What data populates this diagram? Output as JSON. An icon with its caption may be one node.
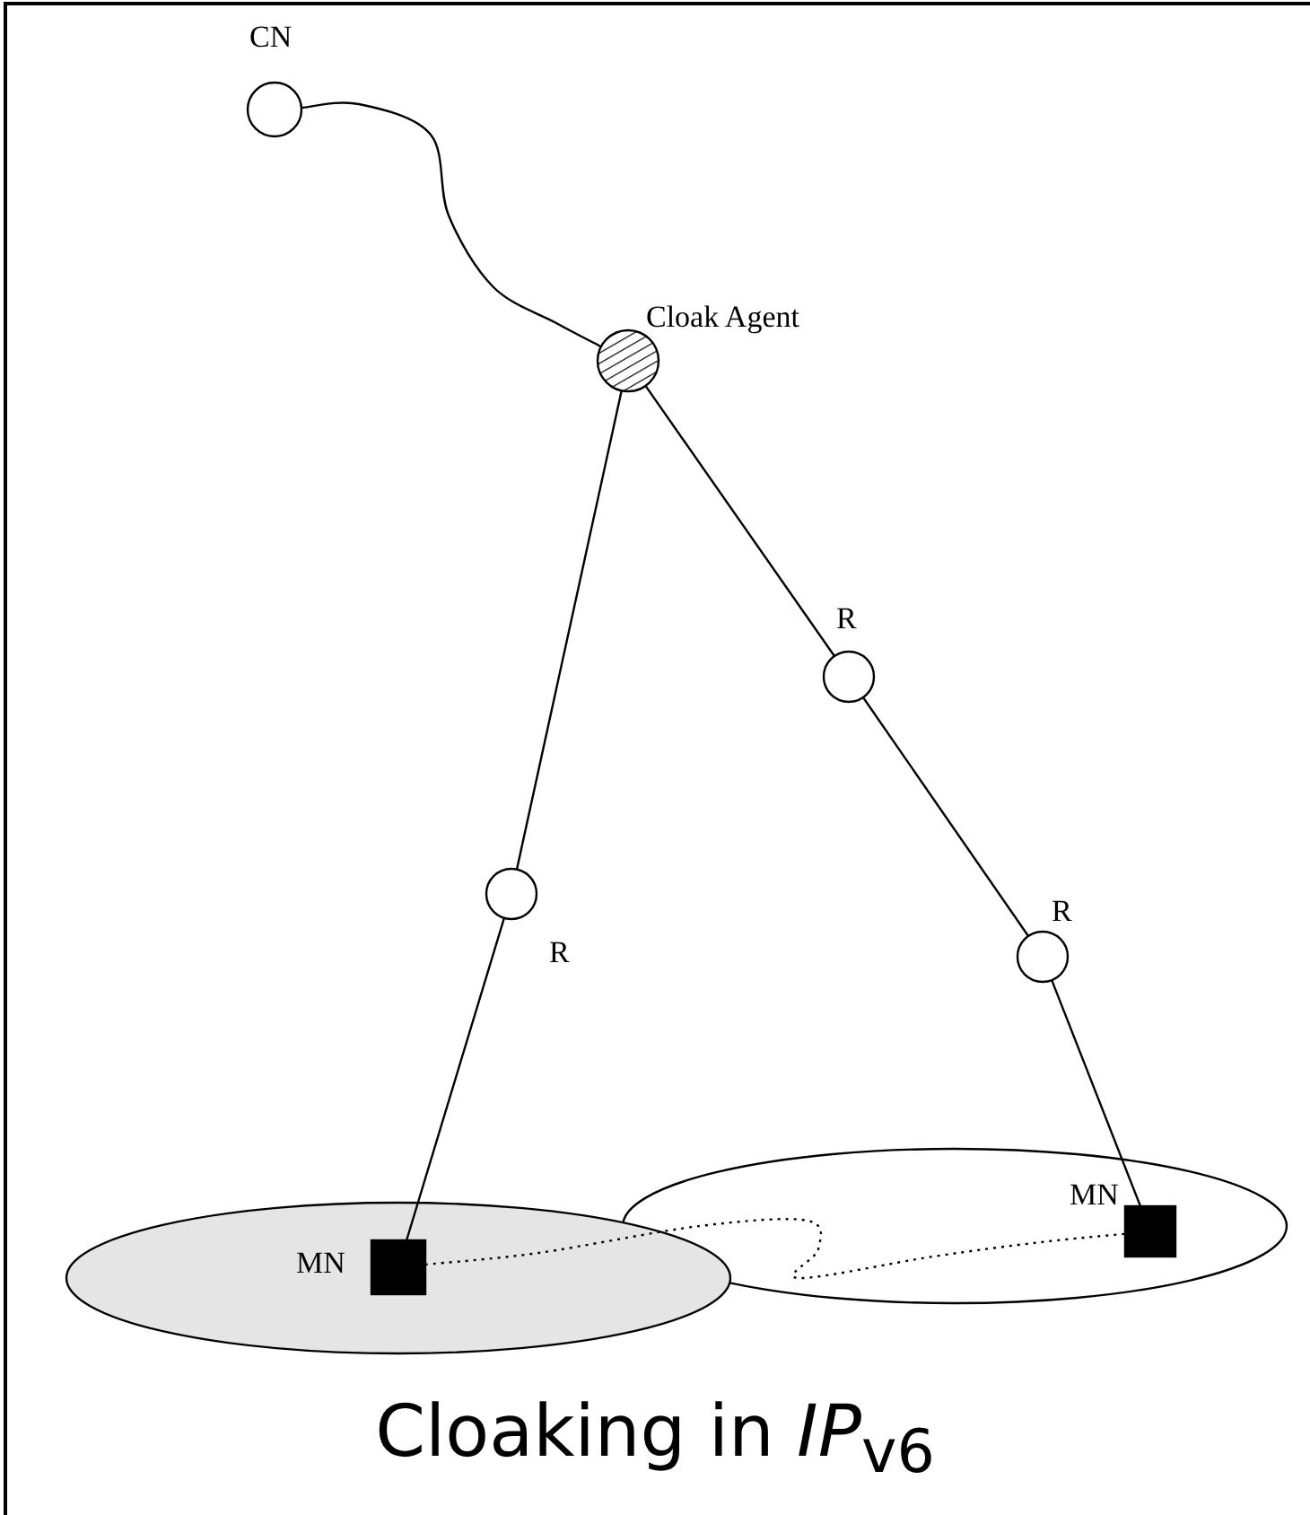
{
  "diagram": {
    "caption": "Cloaking in *IP*$_{v6}$",
    "nodes": [
      {
        "text": [
          "CN"
        ]
      },
      {
        "text": [
          "Cloak Agent"
        ]
      },
      {
        "text": [
          "R"
        ]
      },
      {
        "text": [
          "R"
        ]
      },
      {
        "text": [
          "R"
        ]
      },
      {
        "text": [],
        "shape": "ellipse"
      },
      {
        "text": [
          "MN"
        ],
        "in": 5
      },
      {
        "text": [],
        "shape": "ellipse"
      },
      {
        "text": [
          "MN"
        ],
        "in": 7
      }
    ],
    "edges": [
      {
        "from": 0,
        "to": 1,
        "arrow": "none"
      },
      {
        "from": 1,
        "to": 3,
        "arrow": "none"
      },
      {
        "from": 1,
        "to": 2,
        "arrow": "none"
      },
      {
        "from": 2,
        "to": 4,
        "arrow": "none"
      },
      {
        "from": 3,
        "to": 6,
        "arrow": "none"
      },
      {
        "from": 4,
        "to": 8,
        "arrow": "none"
      },
      {
        "from": 6,
        "to": 8,
        "arrow": "none",
        "style": "dashed"
      }
    ]
  }
}
